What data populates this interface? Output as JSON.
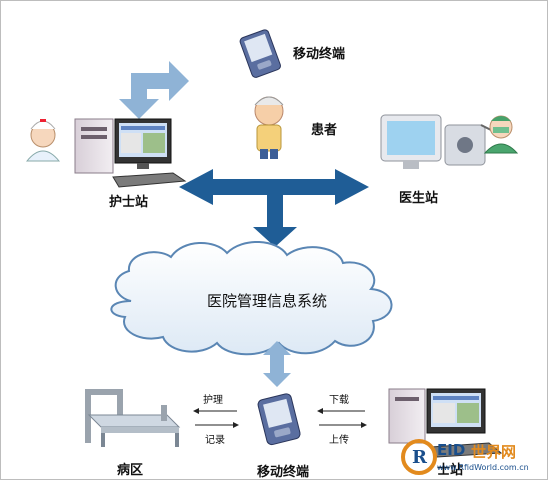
{
  "labels": {
    "mobile_top": "移动终端",
    "patient": "患者",
    "nurse_station": "护士站",
    "doctor_station": "医生站",
    "his": "医院管理信息系统",
    "nursing": "护理",
    "record": "记录",
    "download": "下载",
    "upload": "上传",
    "ward": "病区",
    "mobile_bottom": "移动终端",
    "nurse_station_bottom": "士站"
  },
  "watermark": {
    "brand_letters": "EID",
    "brand_cn": "世界网",
    "url": "www.RfidWorld.com.cn"
  },
  "colors": {
    "arrow_dark": "#1f5d96",
    "arrow_light": "#8fb3d6",
    "cloud_stroke": "#5a86b4"
  }
}
